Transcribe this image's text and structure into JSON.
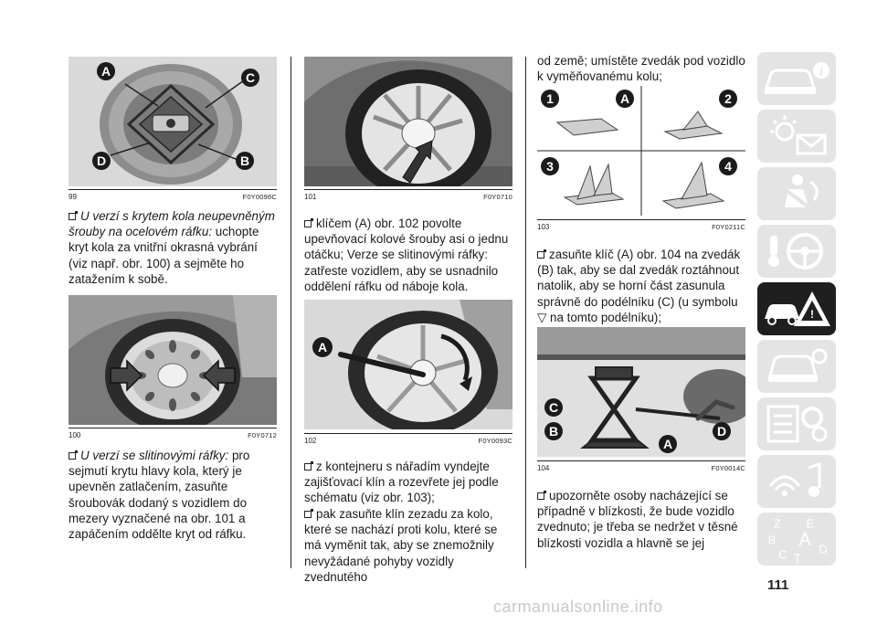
{
  "figures": {
    "f99": {
      "num": "99",
      "code": "F0Y0096C",
      "labels": {
        "a": "A",
        "b": "B",
        "c": "C",
        "d": "D"
      }
    },
    "f100": {
      "num": "100",
      "code": "F0Y0712"
    },
    "f101": {
      "num": "101",
      "code": "F0Y0710"
    },
    "f102": {
      "num": "102",
      "code": "F0Y0093C",
      "labels": {
        "a": "A"
      }
    },
    "f103": {
      "num": "103",
      "code": "F0Y0211C",
      "labels": {
        "n1": "1",
        "a": "A",
        "n2": "2",
        "n3": "3",
        "n4": "4"
      }
    },
    "f104": {
      "num": "104",
      "code": "F0Y0014C",
      "labels": {
        "a": "A",
        "b": "B",
        "c": "C",
        "d": "D"
      }
    }
  },
  "col1": {
    "p1_italic": "U verzí s krytem kola neupevněným šrouby na ocelovém ráfku:",
    "p1_text": " uchopte kryt kola za vnitřní okrasná vybrání (viz např. obr. 100) a sejměte ho zatažením k sobě.",
    "p2_italic": "U verzí se slitinovými ráfky:",
    "p2_text": " pro sejmutí krytu hlavy kola, který je upevněn zatlačením, zasuňte šroubovák dodaný s vozidlem do mezery vyznačené na obr. 101 a zapáčením oddělte kryt od ráfku."
  },
  "col2": {
    "p1": "klíčem (A) obr. 102 povolte upevňovací kolové šrouby asi o jednu otáčku; Verze se slitinovými ráfky: zatřeste vozidlem, aby se usnadnilo oddělení ráfku od náboje kola.",
    "p2": "z kontejneru s nářadím vyndejte zajišťovací klín a rozevřete jej podle schématu (viz obr. 103);",
    "p3": "pak zasuňte klín zezadu za kolo, které se nachází proti kolu, které se má vyměnit tak, aby se znemožnily nevyžádané pohyby vozidly zvednutého"
  },
  "col3": {
    "p0": "od země; umístěte zvedák pod vozidlo k vyměňovanému kolu;",
    "p1": "zasuňte klíč (A) obr. 104 na zvedák (B) tak, aby se dal zvedák roztáhnout natolik, aby se horní část zasunula správně do podélníku (C) (u symbolu ▽ na tomto podélníku);",
    "p2": "upozorněte osoby nacházející se případně v blízkosti, že bude vozidlo zvednuto; je třeba se nedržet v těsné blízkosti vozidla a hlavně se jej"
  },
  "sidebar": {
    "tabs": [
      {
        "icon": "car-info-icon",
        "active": false
      },
      {
        "icon": "warning-lights-icon",
        "active": false
      },
      {
        "icon": "airbag-seat-icon",
        "active": false
      },
      {
        "icon": "steering-wheel-key-icon",
        "active": false
      },
      {
        "icon": "breakdown-warning-triangle-icon",
        "active": true
      },
      {
        "icon": "car-maintenance-icon",
        "active": false
      },
      {
        "icon": "technical-data-icon",
        "active": false
      },
      {
        "icon": "multimedia-icon",
        "active": false
      },
      {
        "icon": "alphabetical-index-icon",
        "active": false
      }
    ],
    "index_letters": {
      "z": "Z",
      "e": "E",
      "b": "B",
      "a": "A",
      "c": "C",
      "t": "T",
      "d": "D"
    }
  },
  "page_number": "111",
  "watermark": "carmanualsonline.info",
  "colors": {
    "figure_bg": "#d9d9d9",
    "callout": "#1b1b1b",
    "tab_bg": "#e4e4e4",
    "tab_active": "#1f1f1f"
  }
}
